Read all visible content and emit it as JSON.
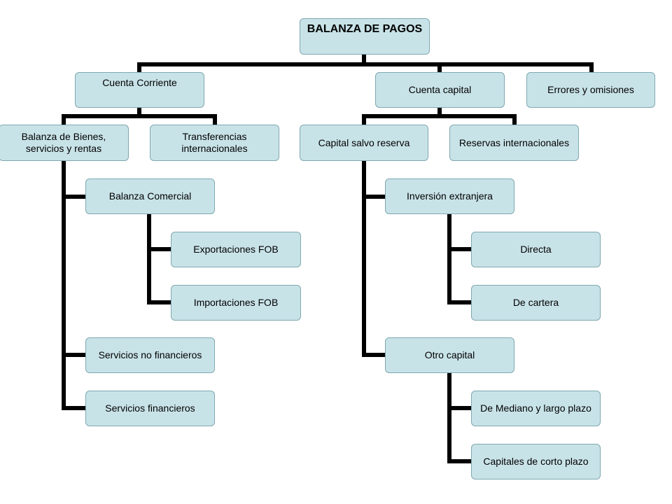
{
  "root": "BALANZA DE PAGOS",
  "cuenta_corriente": {
    "label": "Cuenta Corriente",
    "balanza_bienes": "Balanza de Bienes, servicios y rentas",
    "transferencias": "Transferencias internacionales",
    "balanza_comercial": "Balanza Comercial",
    "exportaciones": "Exportaciones FOB",
    "importaciones": "Importaciones FOB",
    "servicios_no_financieros": "Servicios no financieros",
    "servicios_financieros": "Servicios financieros"
  },
  "cuenta_capital": {
    "label": "Cuenta capital",
    "capital_salvo_reserva": "Capital salvo reserva",
    "reservas": "Reservas internacionales",
    "inversion_extranjera": "Inversión extranjera",
    "directa": "Directa",
    "de_cartera": "De cartera",
    "otro_capital": "Otro capital",
    "mediano_largo": "De Mediano y largo plazo",
    "corto_plazo": "Capitales de corto plazo"
  },
  "errores": "Errores y omisiones",
  "colors": {
    "box_fill": "#c8e3e8",
    "box_border": "#7fa8b0",
    "connector": "#000000"
  }
}
